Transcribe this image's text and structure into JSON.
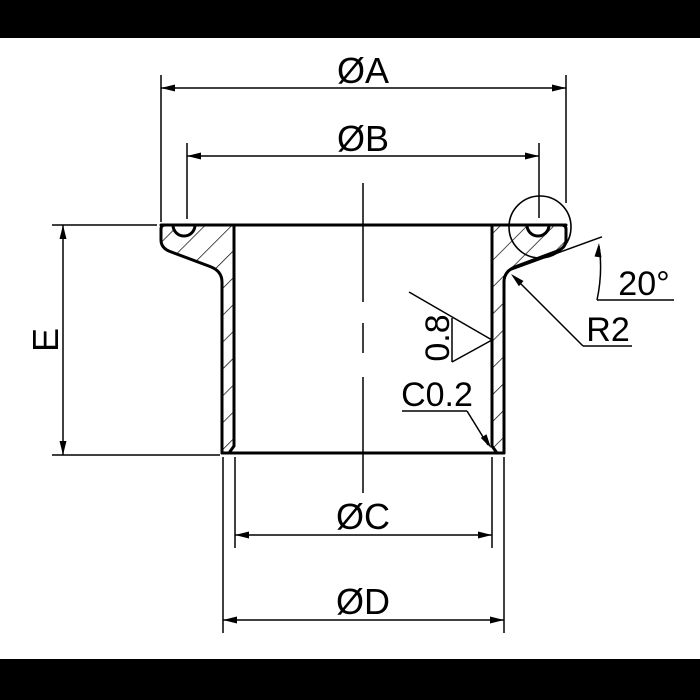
{
  "drawing": {
    "title": "ferrule-cross-section",
    "colors": {
      "line": "#000000",
      "background": "#ffffff",
      "letterbox": "#000000"
    },
    "labels": {
      "dia_a": "ØA",
      "dia_b": "ØB",
      "dia_c": "ØC",
      "dia_d": "ØD",
      "height_e": "E",
      "angle": "20°",
      "radius": "R2",
      "roughness": "0.8",
      "chamfer": "C0.2"
    }
  }
}
